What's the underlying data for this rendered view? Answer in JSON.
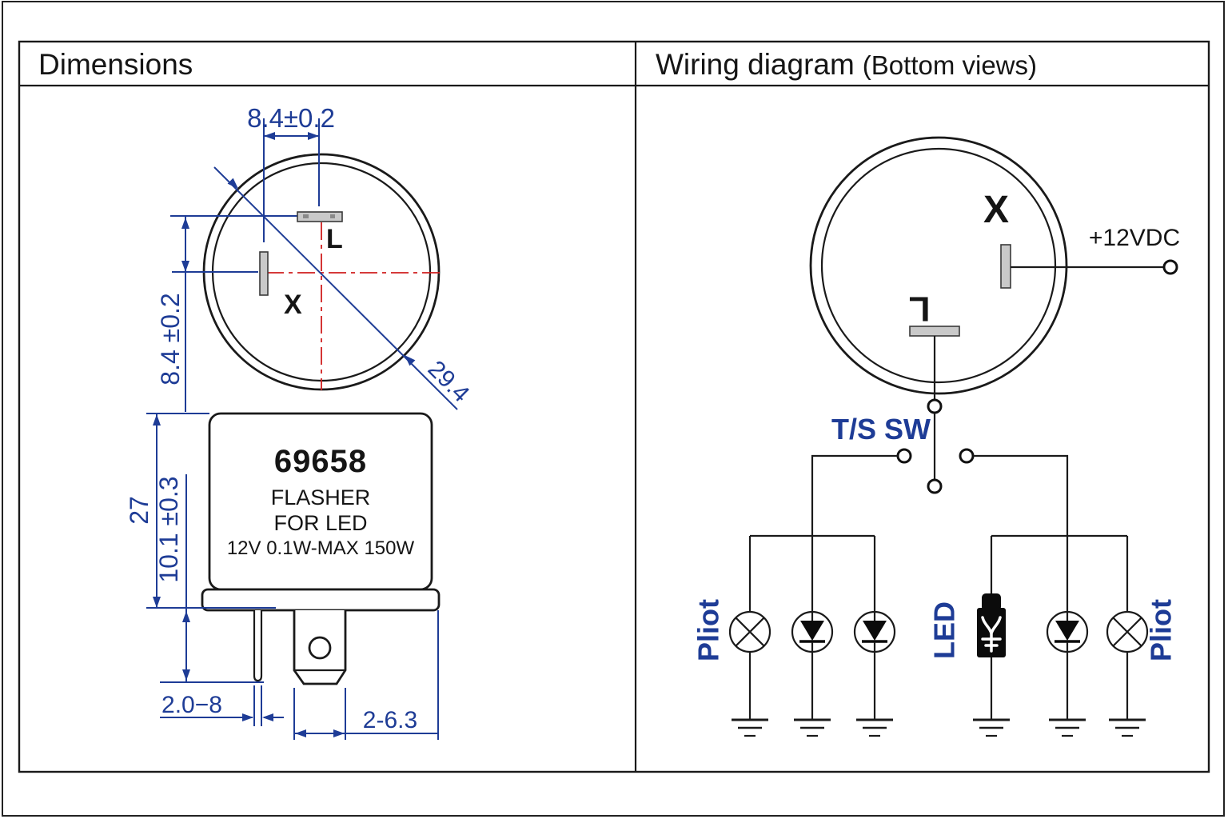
{
  "panels": {
    "dimensions": {
      "title": "Dimensions",
      "top_view": {
        "dim_top": "8.4±0.2",
        "dim_left": "8.4 ±0.2",
        "dim_diameter": "29.4",
        "terminal_l_label": "L",
        "terminal_x_label": "X"
      },
      "side_view": {
        "model": "69658",
        "line1": "FLASHER",
        "line2": "FOR LED",
        "line3": "12V 0.1W-MAX 150W",
        "dim_height": "27",
        "dim_pin_length": "10.1 ±0.3",
        "dim_small_pin": "2.0−8",
        "dim_blade": "2-6.3"
      }
    },
    "wiring": {
      "title_main": "Wiring diagram",
      "title_suffix": "(Bottom views)",
      "terminal_x_label": "X",
      "terminal_l_label": "L",
      "power_label": "+12VDC",
      "switch_label": "T/S SW",
      "pilot_left_label": "Pliot",
      "led_label": "LED",
      "pilot_right_label": "Pliot"
    }
  },
  "colors": {
    "dimension_blue": "#1e3c96",
    "centerline_red": "#cf1f1f",
    "line_black": "#1a1a1a",
    "terminal_gray": "#c9c9c9"
  }
}
